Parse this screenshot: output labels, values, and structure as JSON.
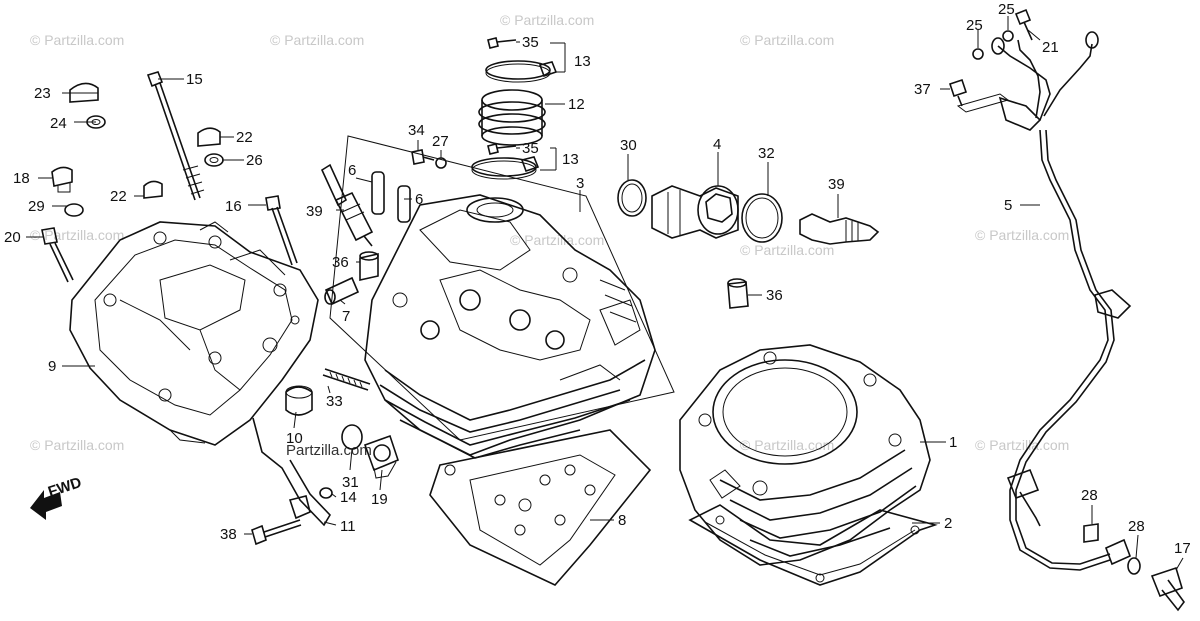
{
  "watermark": {
    "text": "© Partzilla.com",
    "center_text": "Partzilla.com"
  },
  "fwd_label": "FWD",
  "callouts": [
    "1",
    "2",
    "3",
    "4",
    "5",
    "6",
    "6",
    "7",
    "8",
    "9",
    "10",
    "11",
    "12",
    "13",
    "13",
    "14",
    "15",
    "16",
    "17",
    "18",
    "19",
    "20",
    "21",
    "22",
    "22",
    "23",
    "24",
    "25",
    "25",
    "26",
    "27",
    "28",
    "28",
    "29",
    "30",
    "31",
    "32",
    "33",
    "34",
    "35",
    "35",
    "36",
    "36",
    "37",
    "38",
    "39",
    "39"
  ],
  "parts": {
    "p1": "1",
    "p2": "2",
    "p3": "3",
    "p4": "4",
    "p5": "5",
    "p6a": "6",
    "p6b": "6",
    "p7": "7",
    "p8": "8",
    "p9": "9",
    "p10": "10",
    "p11": "11",
    "p12": "12",
    "p13a": "13",
    "p13b": "13",
    "p14": "14",
    "p15": "15",
    "p16": "16",
    "p17": "17",
    "p18": "18",
    "p19": "19",
    "p20": "20",
    "p21": "21",
    "p22a": "22",
    "p22b": "22",
    "p23": "23",
    "p24": "24",
    "p25a": "25",
    "p25b": "25",
    "p26": "26",
    "p27": "27",
    "p28a": "28",
    "p28b": "28",
    "p29": "29",
    "p30": "30",
    "p31": "31",
    "p32": "32",
    "p33": "33",
    "p34": "34",
    "p35a": "35",
    "p35b": "35",
    "p36a": "36",
    "p36b": "36",
    "p37": "37",
    "p38": "38",
    "p39a": "39",
    "p39b": "39"
  }
}
